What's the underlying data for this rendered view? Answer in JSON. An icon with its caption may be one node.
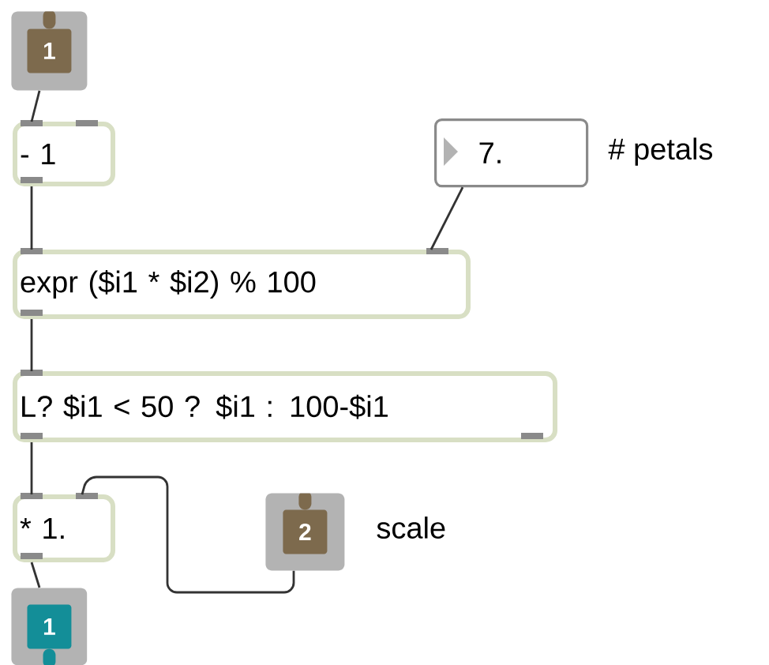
{
  "diagram": {
    "nodes": [
      {
        "text": [
          "1"
        ]
      },
      {
        "text": [
          "- 1"
        ]
      },
      {
        "text": [
          "7."
        ],
        "beside": [
          "# petals"
        ]
      },
      {
        "text": [
          "expr ($i1 * $i2) % 100"
        ]
      },
      {
        "text": [
          "L? $i1 < 50 ? $i1 : 100-$i1"
        ]
      },
      {
        "text": [
          "* 1."
        ]
      },
      {
        "text": [
          "2"
        ],
        "beside": [
          "scale"
        ]
      },
      {
        "text": [
          "1"
        ]
      }
    ],
    "edges": [
      {
        "from": 0,
        "to": 1,
        "arrow": "none"
      },
      {
        "from": 1,
        "to": 3,
        "arrow": "none"
      },
      {
        "from": 2,
        "to": 3,
        "arrow": "none"
      },
      {
        "from": 3,
        "to": 4,
        "arrow": "none"
      },
      {
        "from": 4,
        "to": 5,
        "arrow": "none"
      },
      {
        "from": 6,
        "to": 5,
        "arrow": "none"
      },
      {
        "from": 5,
        "to": 7,
        "arrow": "none"
      }
    ]
  }
}
